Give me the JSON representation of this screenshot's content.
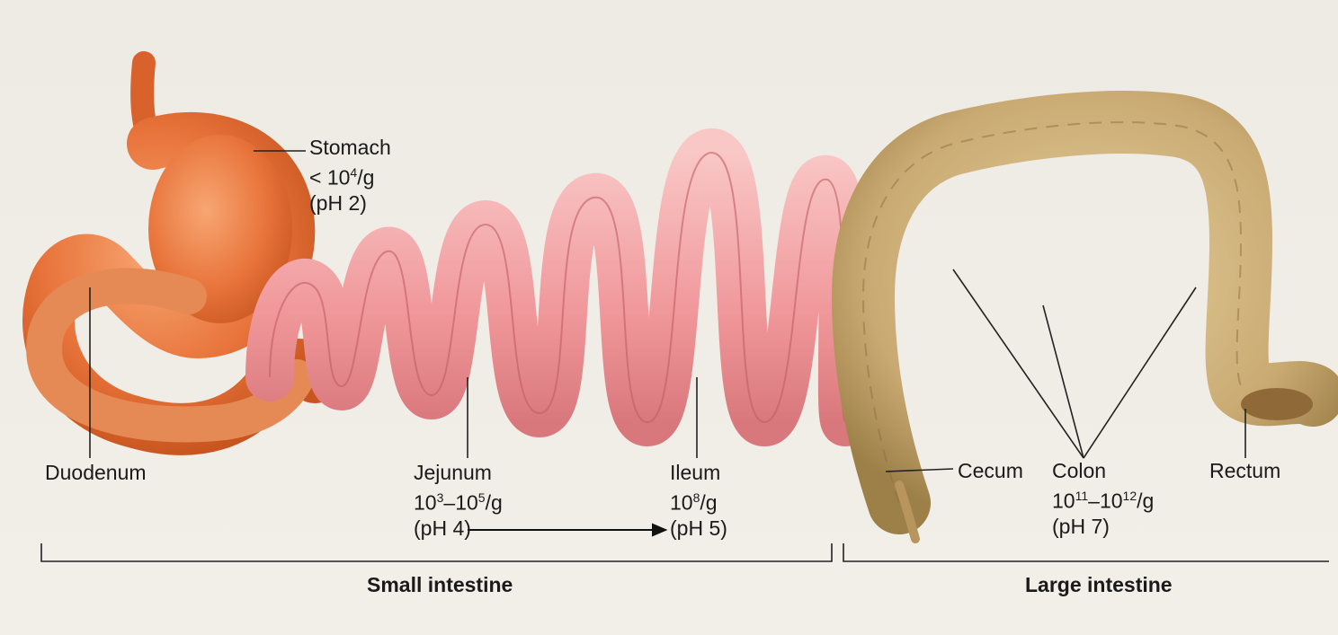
{
  "labels": {
    "stomach": {
      "name": "Stomach",
      "count_base": "< 10",
      "count_exp": "4",
      "count_unit": "/g",
      "ph": "(pH 2)"
    },
    "duodenum": {
      "name": "Duodenum"
    },
    "jejunum": {
      "name": "Jejunum",
      "count_a_base": "10",
      "count_a_exp": "3",
      "dash": "–",
      "count_b_base": "10",
      "count_b_exp": "5",
      "count_unit": "/g",
      "ph": "(pH 4)"
    },
    "ileum": {
      "name": "Ileum",
      "count_base": "10",
      "count_exp": "8",
      "count_unit": "/g",
      "ph": "(pH 5)"
    },
    "cecum": {
      "name": "Cecum"
    },
    "colon": {
      "name": "Colon",
      "count_a_base": "10",
      "count_a_exp": "11",
      "dash": "–",
      "count_b_base": "10",
      "count_b_exp": "12",
      "count_unit": "/g",
      "ph": "(pH 7)"
    },
    "rectum": {
      "name": "Rectum"
    }
  },
  "regions": {
    "small_intestine": "Small intestine",
    "large_intestine": "Large intestine"
  },
  "colors": {
    "stomach": "#e8743b",
    "small_intestine": "#f0979a",
    "large_intestine": "#c9aa72",
    "page_background": "#f3efe9"
  }
}
